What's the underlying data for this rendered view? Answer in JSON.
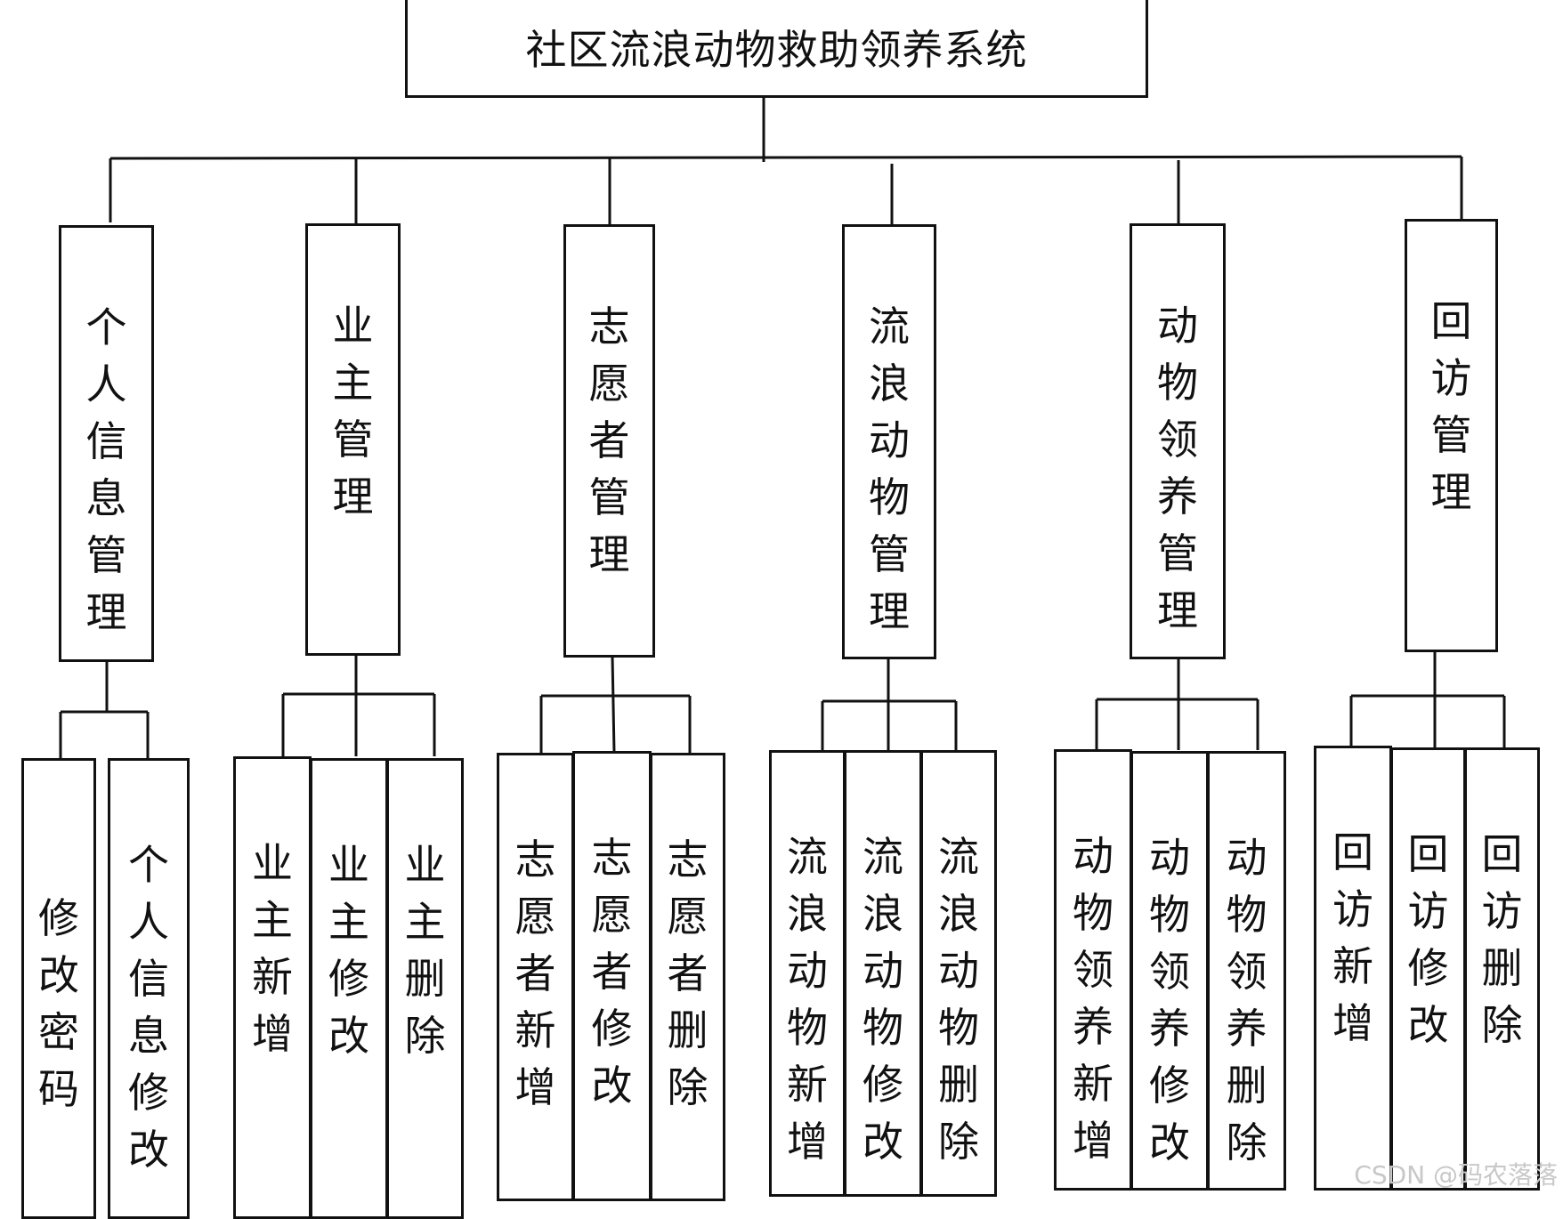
{
  "root": {
    "title": "社区流浪动物救助领养系统"
  },
  "modules": [
    {
      "label": "个人信息管理",
      "children": [
        "修改密码",
        "个人信息修改"
      ]
    },
    {
      "label": "业主管理",
      "children": [
        "业主新增",
        "业主修改",
        "业主删除"
      ]
    },
    {
      "label": "志愿者管理",
      "children": [
        "志愿者新增",
        "志愿者修改",
        "志愿者删除"
      ]
    },
    {
      "label": "流浪动物管理",
      "children": [
        "流浪动物新增",
        "流浪动物修改",
        "流浪动物删除"
      ]
    },
    {
      "label": "动物领养管理",
      "children": [
        "动物领养新增",
        "动物领养修改",
        "动物领养删除"
      ]
    },
    {
      "label": "回访管理",
      "children": [
        "回访新增",
        "回访修改",
        "回访删除"
      ]
    }
  ],
  "watermark": "CSDN @码农落落"
}
